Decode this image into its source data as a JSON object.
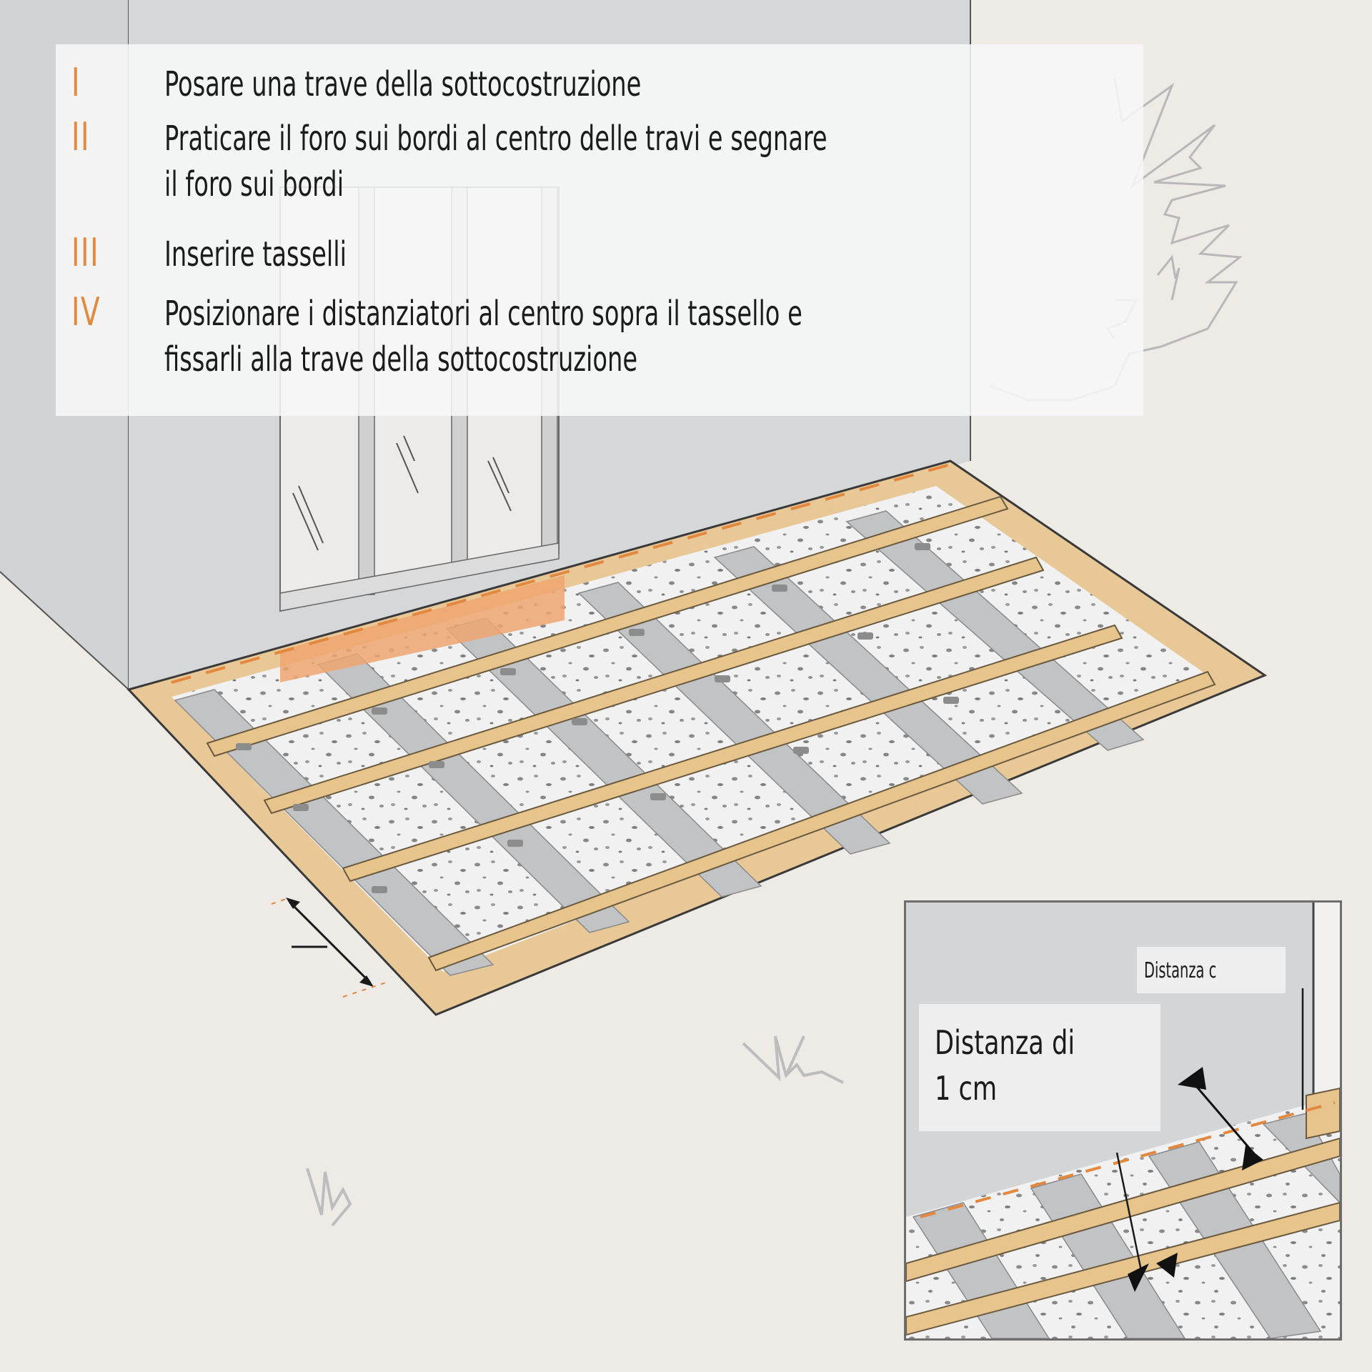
{
  "steps": [
    {
      "numeral": "I",
      "text": "Posare una trave della sottocostruzione"
    },
    {
      "numeral": "II",
      "text": "Praticare il foro sui bordi al centro delle travi e segnare\nil foro sui bordi"
    },
    {
      "numeral": "III",
      "text": "Inserire tasselli"
    },
    {
      "numeral": "IV",
      "text": "Posizionare i distanziatori al centro sopra il tassello e\nfissarli alla trave della sottocostruzione"
    }
  ],
  "inset": {
    "label_small": "Distanza c",
    "label_large": "Distanza di\n1 cm"
  },
  "colors": {
    "accent_orange": "#e2883f",
    "background": "#eeeae6",
    "wall": "#d4d5d7",
    "wood": "#e8c896",
    "concrete_strip": "#c2c3c5"
  }
}
